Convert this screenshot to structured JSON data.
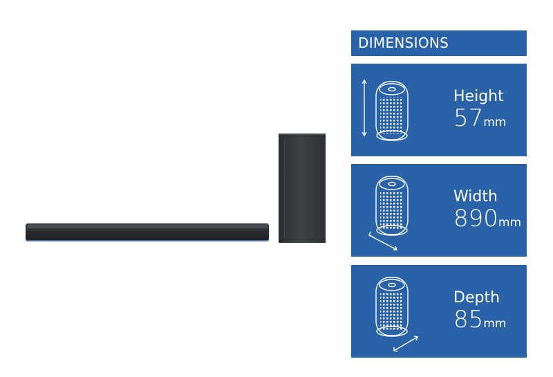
{
  "product": {
    "soundbar_icon": "soundbar-image",
    "subwoofer_icon": "subwoofer-image"
  },
  "dimensions": {
    "title": "DIMENSIONS",
    "accent_color": "#2a62a7",
    "items": [
      {
        "label": "Height",
        "value": "57",
        "unit": "mm",
        "icon": "speaker-height-icon"
      },
      {
        "label": "Width",
        "value": "890",
        "unit": "mm",
        "icon": "speaker-width-icon"
      },
      {
        "label": "Depth",
        "value": "85",
        "unit": "mm",
        "icon": "speaker-depth-icon"
      }
    ]
  }
}
